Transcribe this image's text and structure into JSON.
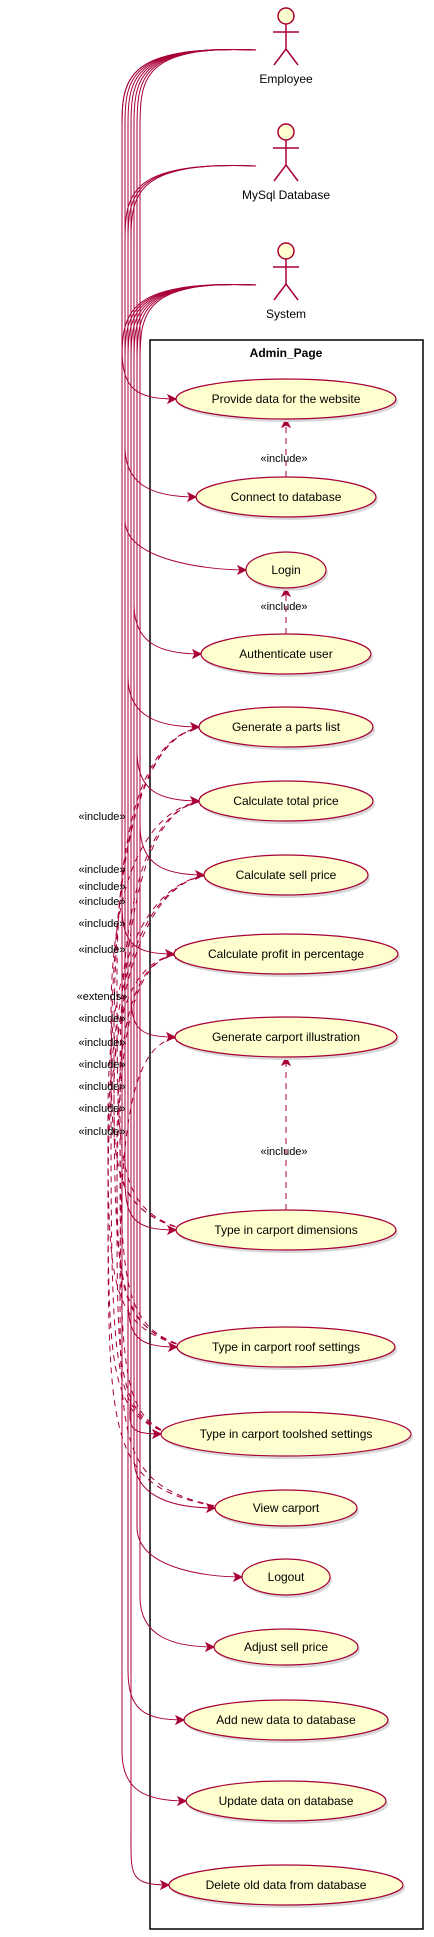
{
  "actors": [
    {
      "id": "employee",
      "label": "Employee"
    },
    {
      "id": "mysql",
      "label": "MySql Database"
    },
    {
      "id": "system",
      "label": "System"
    }
  ],
  "system_boundary": {
    "title": "Admin_Page"
  },
  "use_cases": [
    {
      "id": "provide",
      "label": "Provide data for the website"
    },
    {
      "id": "connect",
      "label": "Connect to database"
    },
    {
      "id": "login",
      "label": "Login"
    },
    {
      "id": "auth",
      "label": "Authenticate user"
    },
    {
      "id": "parts",
      "label": "Generate a parts list"
    },
    {
      "id": "total",
      "label": "Calculate total price"
    },
    {
      "id": "sell",
      "label": "Calculate sell price"
    },
    {
      "id": "profit",
      "label": "Calculate profit in percentage"
    },
    {
      "id": "illus",
      "label": "Generate carport illustration"
    },
    {
      "id": "dims",
      "label": "Type in carport dimensions"
    },
    {
      "id": "roof",
      "label": "Type in carport roof settings"
    },
    {
      "id": "toolshed",
      "label": "Type in carport toolshed settings"
    },
    {
      "id": "view",
      "label": "View carport"
    },
    {
      "id": "logout",
      "label": "Logout"
    },
    {
      "id": "adjust",
      "label": "Adjust sell price"
    },
    {
      "id": "addnew",
      "label": "Add new data to database"
    },
    {
      "id": "update",
      "label": "Update data on database"
    },
    {
      "id": "delete",
      "label": "Delete old data from database"
    }
  ],
  "associations": [
    {
      "actor": "employee",
      "target": "provide"
    },
    {
      "actor": "employee",
      "target": "login"
    },
    {
      "actor": "employee",
      "target": "parts"
    },
    {
      "actor": "employee",
      "target": "illus"
    },
    {
      "actor": "employee",
      "target": "view"
    },
    {
      "actor": "employee",
      "target": "logout"
    },
    {
      "actor": "employee",
      "target": "adjust"
    },
    {
      "actor": "employee",
      "target": "update"
    },
    {
      "actor": "mysql",
      "target": "connect"
    },
    {
      "actor": "mysql",
      "target": "addnew"
    },
    {
      "actor": "mysql",
      "target": "delete"
    },
    {
      "actor": "system",
      "target": "auth"
    },
    {
      "actor": "system",
      "target": "total"
    },
    {
      "actor": "system",
      "target": "sell"
    },
    {
      "actor": "system",
      "target": "profit"
    },
    {
      "actor": "system",
      "target": "dims"
    },
    {
      "actor": "system",
      "target": "roof"
    },
    {
      "actor": "system",
      "target": "toolshed"
    }
  ],
  "relations": [
    {
      "from": "connect",
      "to": "provide",
      "label": "«include»"
    },
    {
      "from": "auth",
      "to": "login",
      "label": "«include»"
    },
    {
      "from": "dims",
      "to": "illus",
      "label": "«include»"
    },
    {
      "from": "dims",
      "to": "parts",
      "label": "«include»"
    },
    {
      "from": "roof",
      "to": "total",
      "label": "«include»"
    },
    {
      "from": "toolshed",
      "to": "sell",
      "label": "«include»"
    },
    {
      "from": "dims",
      "to": "total",
      "label": "«include»"
    },
    {
      "from": "roof",
      "to": "parts",
      "label": "«include»"
    },
    {
      "from": "toolshed",
      "to": "profit",
      "label": "«include»"
    },
    {
      "from": "view",
      "to": "illus",
      "label": "«extends»"
    },
    {
      "from": "roof",
      "to": "sell",
      "label": "«include»"
    },
    {
      "from": "toolshed",
      "to": "parts",
      "label": "«include»"
    },
    {
      "from": "dims",
      "to": "profit",
      "label": "«include»"
    },
    {
      "from": "roof",
      "to": "profit",
      "label": "«include»"
    },
    {
      "from": "toolshed",
      "to": "total",
      "label": "«include»"
    },
    {
      "from": "view",
      "to": "sell",
      "label": "«include»"
    }
  ]
}
